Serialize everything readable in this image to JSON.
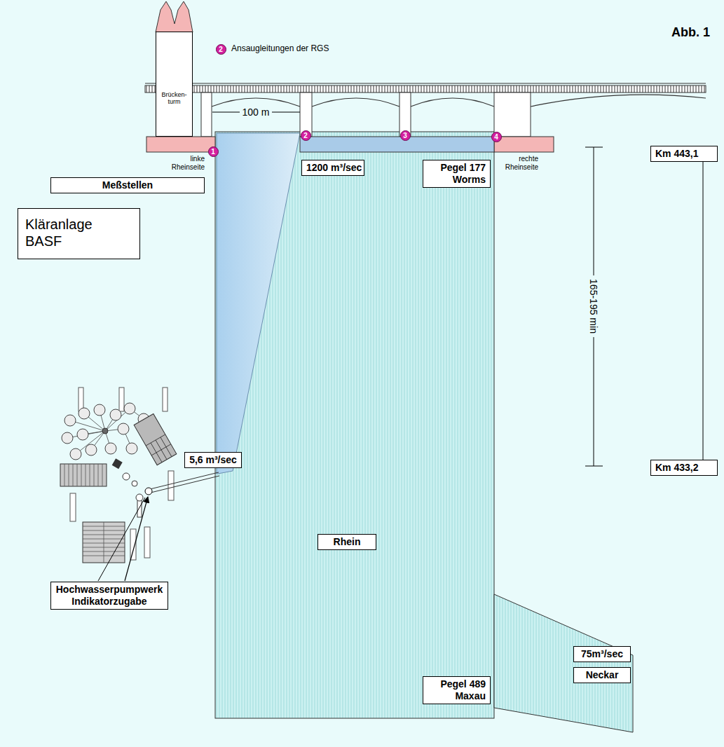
{
  "diagram": {
    "nodes": [
      {
        "text": [
          "Brücken- turm"
        ]
      },
      {
        "text": [
          "Meßstellen"
        ]
      },
      {
        "text": [
          "Kläranlage BASF"
        ]
      },
      {
        "text": [
          "1200 m³/sec"
        ]
      },
      {
        "text": [
          "Pegel 177 Worms"
        ]
      },
      {
        "text": [
          "Km 443,1"
        ]
      },
      {
        "text": [
          "Km 433,2"
        ]
      },
      {
        "text": [
          "5,6 m³/sec"
        ]
      },
      {
        "text": [
          "Rhein"
        ]
      },
      {
        "text": [
          "Hochwasserpumpwerk Indikatorzugabe"
        ]
      },
      {
        "text": [
          "75m³/sec"
        ]
      },
      {
        "text": [
          "Neckar"
        ]
      },
      {
        "text": [
          "Pegel 489 Maxau"
        ]
      }
    ],
    "labels": [
      "Abb. 1",
      "2",
      "100 m",
      "1",
      "2",
      "3",
      "4",
      "linke Rheinseite",
      "rechte Rheinseite",
      "165-195 min"
    ],
    "legend": [
      {
        "text": "Ansaugleitungen der RGS"
      }
    ]
  }
}
